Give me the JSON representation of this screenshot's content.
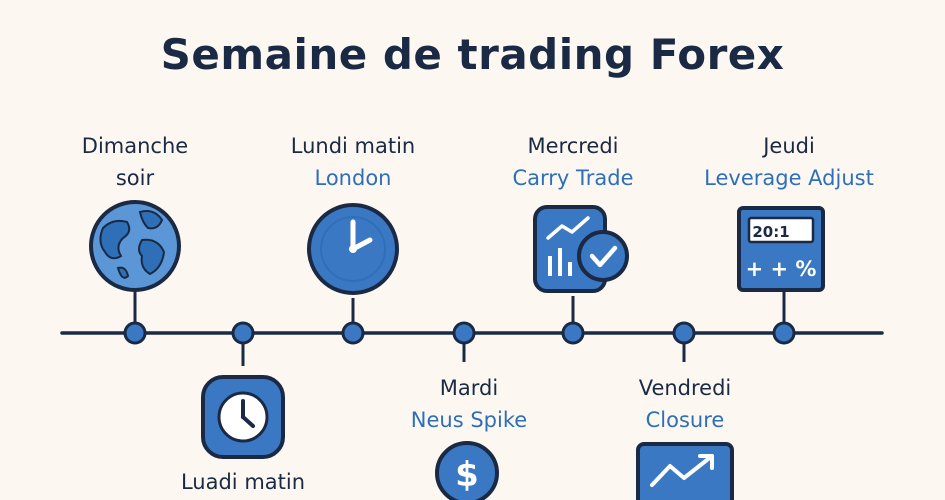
{
  "title": "Semaine de trading Forex",
  "colors": {
    "background": "#fcf8f1",
    "navy": "#1b2a44",
    "accent_blue": "#3b78c4",
    "light_blue": "#5b97d6",
    "sub_text": "#2f6fb8"
  },
  "events": [
    {
      "id": "dimanche",
      "title_line1": "Dimanche",
      "title_line2": "soir",
      "subtitle": "",
      "icon": "globe-icon",
      "position": "top"
    },
    {
      "id": "lundi-london",
      "title_line1": "Lundi matin",
      "title_line2": "",
      "subtitle": "London",
      "icon": "clock-icon",
      "position": "top"
    },
    {
      "id": "mercredi",
      "title_line1": "Mercredi",
      "title_line2": "",
      "subtitle": "Carry Trade",
      "icon": "chart-check-icon",
      "position": "top"
    },
    {
      "id": "jeudi",
      "title_line1": "Jeudi",
      "title_line2": "",
      "subtitle": "Leverage Adjust",
      "icon": "calculator-icon",
      "position": "top",
      "icon_text": "20:1",
      "icon_symbols": "+ + %"
    },
    {
      "id": "luadi",
      "title_line1": "Luadi matin",
      "title_line2": "",
      "subtitle": "",
      "icon": "clock-icon",
      "position": "bottom"
    },
    {
      "id": "mardi",
      "title_line1": "Mardi",
      "title_line2": "",
      "subtitle": "Neus Spike",
      "icon": "dollar-icon",
      "position": "bottom"
    },
    {
      "id": "vendredi",
      "title_line1": "Vendredi",
      "title_line2": "",
      "subtitle": "Closure",
      "icon": "chart-up-icon",
      "position": "bottom"
    }
  ]
}
